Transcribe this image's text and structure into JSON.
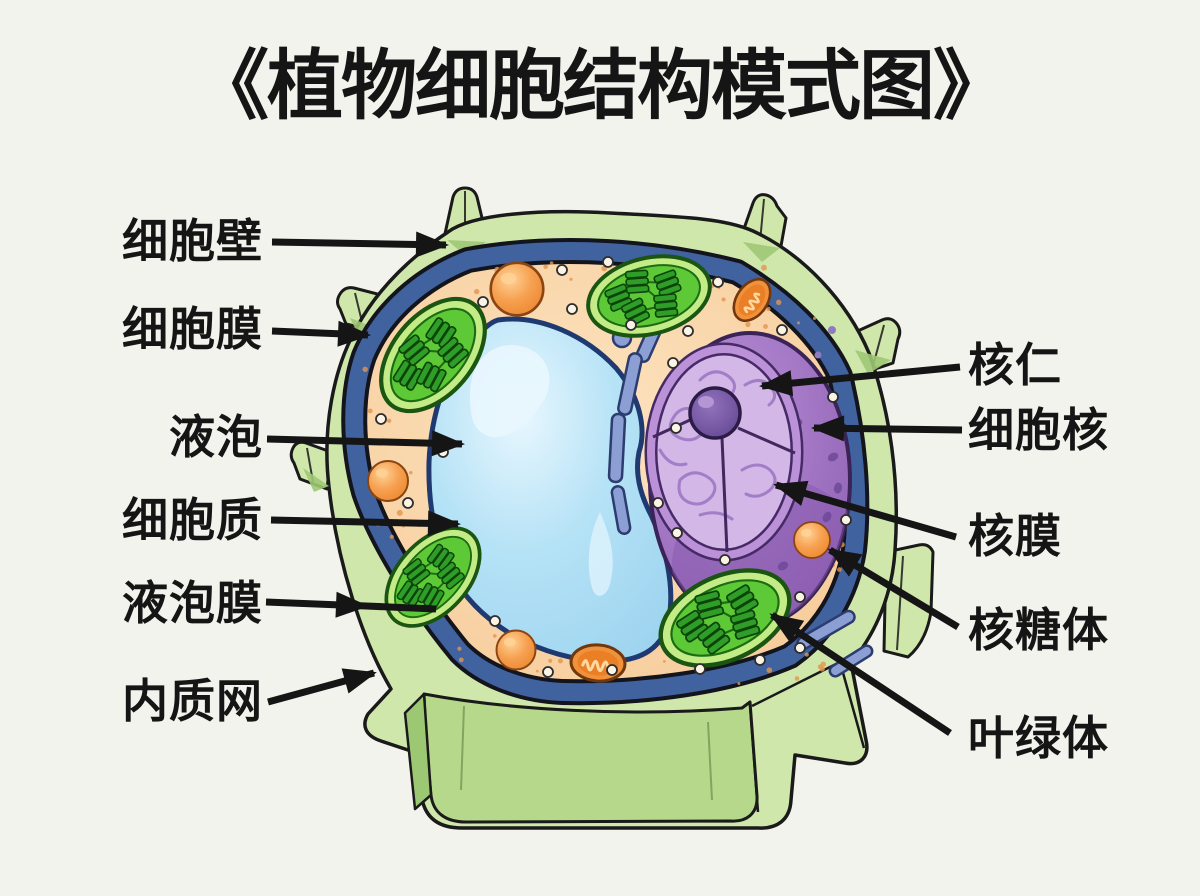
{
  "title": "《植物细胞结构模式图》",
  "labels": {
    "left": [
      {
        "id": "cell-wall",
        "text": "细胞壁"
      },
      {
        "id": "cell-membrane",
        "text": "细胞膜"
      },
      {
        "id": "vacuole",
        "text": "液泡"
      },
      {
        "id": "cytoplasm",
        "text": "细胞质"
      },
      {
        "id": "tonoplast",
        "text": "液泡膜"
      },
      {
        "id": "endoplasmic-reticulum",
        "text": "内质网"
      }
    ],
    "right": [
      {
        "id": "nucleolus",
        "text": "核仁"
      },
      {
        "id": "nucleus",
        "text": "细胞核"
      },
      {
        "id": "nuclear-membrane",
        "text": "核膜"
      },
      {
        "id": "ribosome",
        "text": "核糖体"
      },
      {
        "id": "chloroplast",
        "text": "叶绿体"
      }
    ]
  },
  "palette": {
    "background": "#f3f3ee",
    "line": "#151515",
    "outline": "#1a1a1a",
    "wall_light": "#cfe7ab",
    "wall_mid": "#b6d88a",
    "wall_dark": "#9dc873",
    "membrane": "#40629f",
    "cyto_light": "#fde4c0",
    "cytoplasm": "#f5c794",
    "speckle": "#e2954f",
    "vacuole_hi": "#e8f7fe",
    "vacuole_mid": "#b5e2f6",
    "vacuole_deep": "#9cd3ef",
    "vac_outline": "#1e3a70",
    "nuc_light": "#b990d6",
    "nuc_dark": "#8a5bb0",
    "nuc_ring": "#bb91d8",
    "nuc_ring_edge": "#462a66",
    "face": "#d3b7e6",
    "chromatin": "#9974c2",
    "nucleolus_light": "#9272bc",
    "nucleolus_dark": "#5b3f8c",
    "pore": "#6b4697",
    "er": "#8c9fd4",
    "er_edge": "#2c3c6e",
    "chl_outer": "#c4ec86",
    "chl_edge": "#1b5512",
    "chl_inner": "#5ec937",
    "chl_line": "#1d6b14",
    "grana": "#2f9e28",
    "grana_edge": "#0d4409",
    "mito_body": "#f0913c",
    "mito_edge": "#70380c",
    "mito_inner": "#ea7f26",
    "mito_crista": "#ffd9a2",
    "orange_hi": "#ffd296",
    "orange_mid": "#f6a050",
    "orange_deep": "#e87f24",
    "sphere_edge": "#8a4512",
    "dot_fill": "#fbf4e6",
    "dot_edge": "#2d2d2d"
  }
}
